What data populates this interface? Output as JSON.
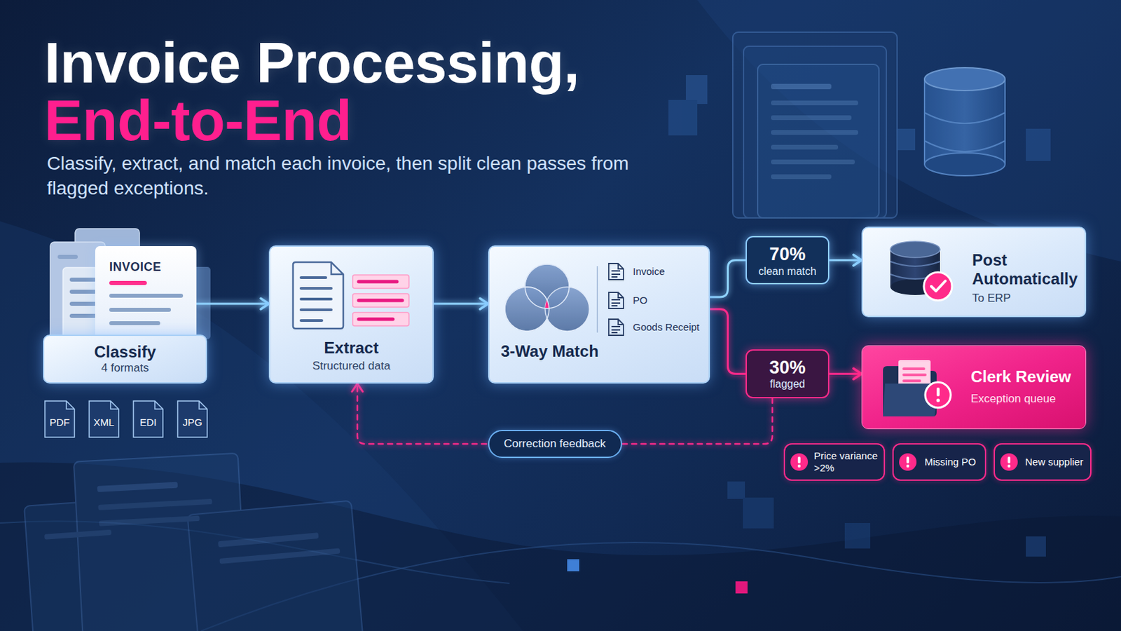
{
  "diagram": {
    "title": "Invoice Processing, End-to-End",
    "caption": "Classify, extract, and match each invoice, then split clean passes from flagged exceptions.",
    "nodes": [
      {
        "text": [
          "INVOICE"
        ]
      },
      {
        "text": [
          "Classify",
          "4 formats"
        ]
      },
      {
        "text": [
          "PDF"
        ]
      },
      {
        "text": [
          "XML"
        ]
      },
      {
        "text": [
          "EDI"
        ]
      },
      {
        "text": [
          "JPG"
        ]
      },
      {
        "text": [
          "Extract",
          "Structured data"
        ]
      },
      {
        "text": [
          "3-Way Match"
        ]
      },
      {
        "text": [
          "70%",
          "clean match"
        ]
      },
      {
        "text": [
          "Post Automatically",
          "To ERP"
        ]
      },
      {
        "text": [
          "30%",
          "flagged"
        ]
      },
      {
        "text": [
          "Clerk Review",
          "Exception queue"
        ]
      },
      {
        "text": [
          "Price variance >2%"
        ]
      },
      {
        "text": [
          "Missing PO"
        ]
      },
      {
        "text": [
          "New supplier"
        ]
      }
    ],
    "edges": [
      {
        "from": 0,
        "to": 6,
        "arrow": "to"
      },
      {
        "from": 6,
        "to": 7,
        "arrow": "to"
      },
      {
        "from": 7,
        "to": 8,
        "arrow": "none"
      },
      {
        "from": 8,
        "to": 9,
        "arrow": "to"
      },
      {
        "from": 7,
        "to": 10,
        "arrow": "none"
      },
      {
        "from": 10,
        "to": 11,
        "arrow": "to"
      },
      {
        "from": 10,
        "to": 6,
        "label": "Correction feedback",
        "arrow": "to"
      }
    ],
    "labels": [
      "Invoice",
      "PO",
      "Goods Receipt"
    ]
  }
}
